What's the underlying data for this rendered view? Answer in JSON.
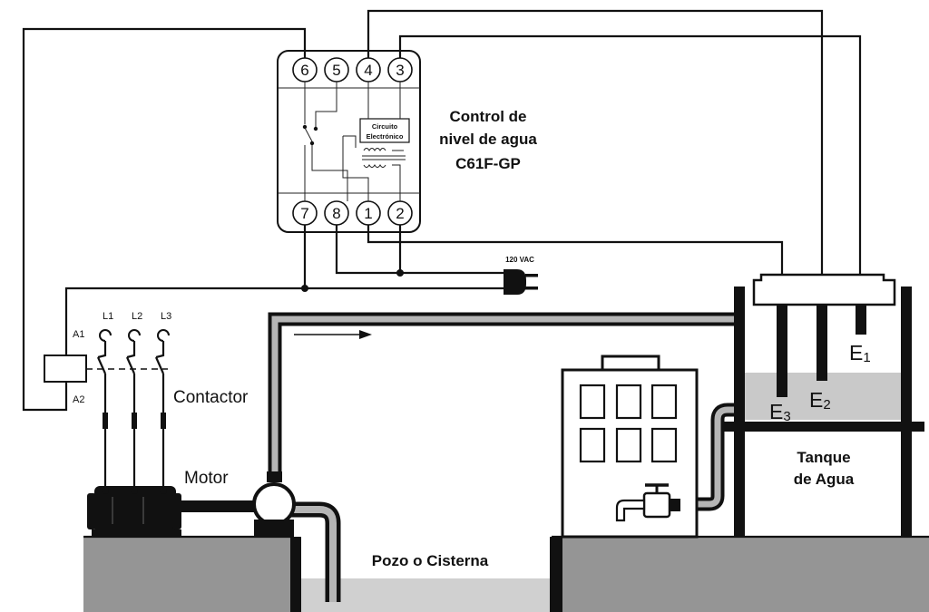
{
  "controller": {
    "title_line1": "Control de",
    "title_line2": "nivel de agua",
    "model": "C61F-GP",
    "circuit_line1": "Circuito",
    "circuit_line2": "Electrónico",
    "terminals_top": [
      "6",
      "5",
      "4",
      "3"
    ],
    "terminals_bottom": [
      "7",
      "8",
      "1",
      "2"
    ]
  },
  "power": {
    "label": "120 VAC"
  },
  "contactor": {
    "label": "Contactor",
    "coil_a1": "A1",
    "coil_a2": "A2",
    "phases": [
      "L1",
      "L2",
      "L3"
    ]
  },
  "motor": {
    "label": "Motor"
  },
  "well": {
    "label": "Pozo o Cisterna"
  },
  "tank": {
    "label_line1": "Tanque",
    "label_line2": "de Agua",
    "electrodes": [
      {
        "letter": "E",
        "index": "1"
      },
      {
        "letter": "E",
        "index": "2"
      },
      {
        "letter": "E",
        "index": "3"
      }
    ]
  },
  "colors": {
    "ground": "#959595",
    "water": "#d0d0d0",
    "line": "#111111"
  }
}
